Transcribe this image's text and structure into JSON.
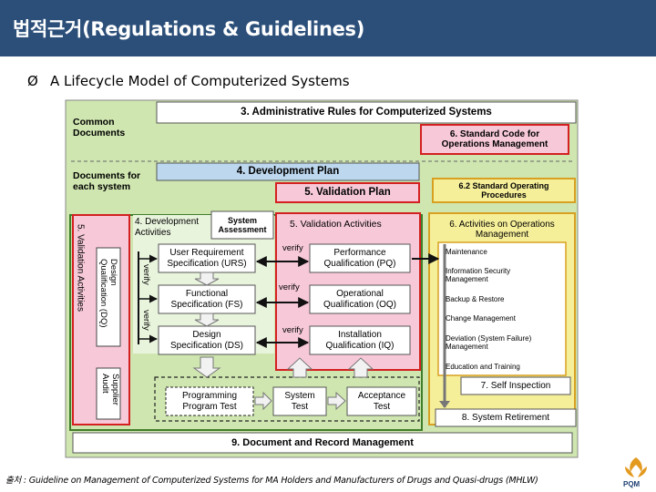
{
  "title": "법적근거(Regulations & Guidelines)",
  "subtitle": {
    "bullet": "Ø",
    "text": "A Lifecycle Model of Computerized Systems"
  },
  "diagram": {
    "common_documents": "Common\nDocuments",
    "admin_rules": "3. Administrative Rules for Computerized Systems",
    "standard_code": "6. Standard Code for\nOperations Management",
    "documents_each": "Documents for\neach system",
    "development_plan": "4. Development Plan",
    "validation_plan": "5. Validation Plan",
    "sop": "6.2 Standard Operating\nProcedures",
    "development_activities": "4. Development\nActivities",
    "system_assessment": "System\nAssessment",
    "validation_activities": "5. Validation Activities",
    "operations_activities": "6. Activities on Operations\nManagement",
    "vertical_validation": "5. Validation Activities",
    "design_qualification": "Design\nQualification (DQ)",
    "supplier_audit": "Supplier\nAudit",
    "urs": "User Requirement\nSpecification (URS)",
    "fs": "Functional\nSpecification (FS)",
    "ds": "Design\nSpecification (DS)",
    "pq": "Performance\nQualification (PQ)",
    "oq": "Operational\nQualification (OQ)",
    "iq": "Installation\nQualification (IQ)",
    "verify": "verify",
    "programming": "Programming\nProgram Test",
    "system_test": "System\nTest",
    "acceptance_test": "Acceptance\nTest",
    "ops_items": [
      "Maintenance",
      "Information Security\nManagement",
      "Backup & Restore",
      "Change Management",
      "Deviation (System Failure)\nManagement",
      "Education and Training"
    ],
    "self_inspection": "7. Self Inspection",
    "system_retirement": "8. System Retirement",
    "document_management": "9. Document and Record Management"
  },
  "footer": "출처 : Guideline on Management of Computerized Systems for MA Holders and Manufacturers of Drugs and Quasi-drugs (MHLW)",
  "logo_text": "PQM",
  "colors": {
    "title_bar": "#2c4f7a",
    "outer_green": "#cfe6b0",
    "green_border": "#5a9a3a",
    "blue_box": "#bcd7ee",
    "pink_box": "#f7c9d8",
    "red_border": "#d42020",
    "yellow_box": "#f6ef9a",
    "orange_border": "#d8a020",
    "gray_box": "#e8e8e8"
  }
}
